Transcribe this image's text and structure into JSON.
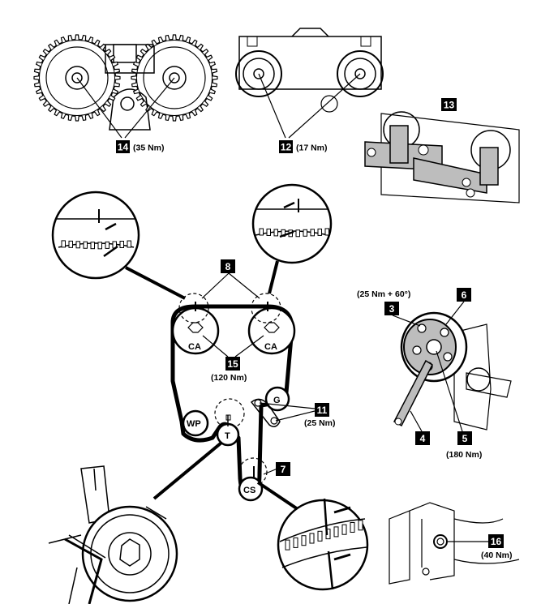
{
  "callouts": {
    "c14": {
      "num": "14",
      "torque": "(35 Nm)"
    },
    "c12": {
      "num": "12",
      "torque": "(17 Nm)"
    },
    "c13": {
      "num": "13"
    },
    "c8": {
      "num": "8"
    },
    "c15": {
      "num": "15",
      "torque": "(120 Nm)"
    },
    "c11": {
      "num": "11",
      "torque": "(25 Nm)"
    },
    "c7": {
      "num": "7"
    },
    "c3": {
      "num": "3",
      "torque": "(25 Nm + 60°)"
    },
    "c6": {
      "num": "6"
    },
    "c4": {
      "num": "4"
    },
    "c5": {
      "num": "5",
      "torque": "(180 Nm)"
    },
    "c16": {
      "num": "16",
      "torque": "(40 Nm)"
    }
  },
  "pulleys": {
    "camshaft_left": "CA",
    "camshaft_right": "CA",
    "water_pump": "WP",
    "tensioner": "T",
    "idler": "G",
    "crankshaft": "CS"
  },
  "colors": {
    "line": "#000000",
    "tag_fill": "#000000",
    "tag_text": "#ffffff",
    "shade": "#bdbdbd"
  }
}
